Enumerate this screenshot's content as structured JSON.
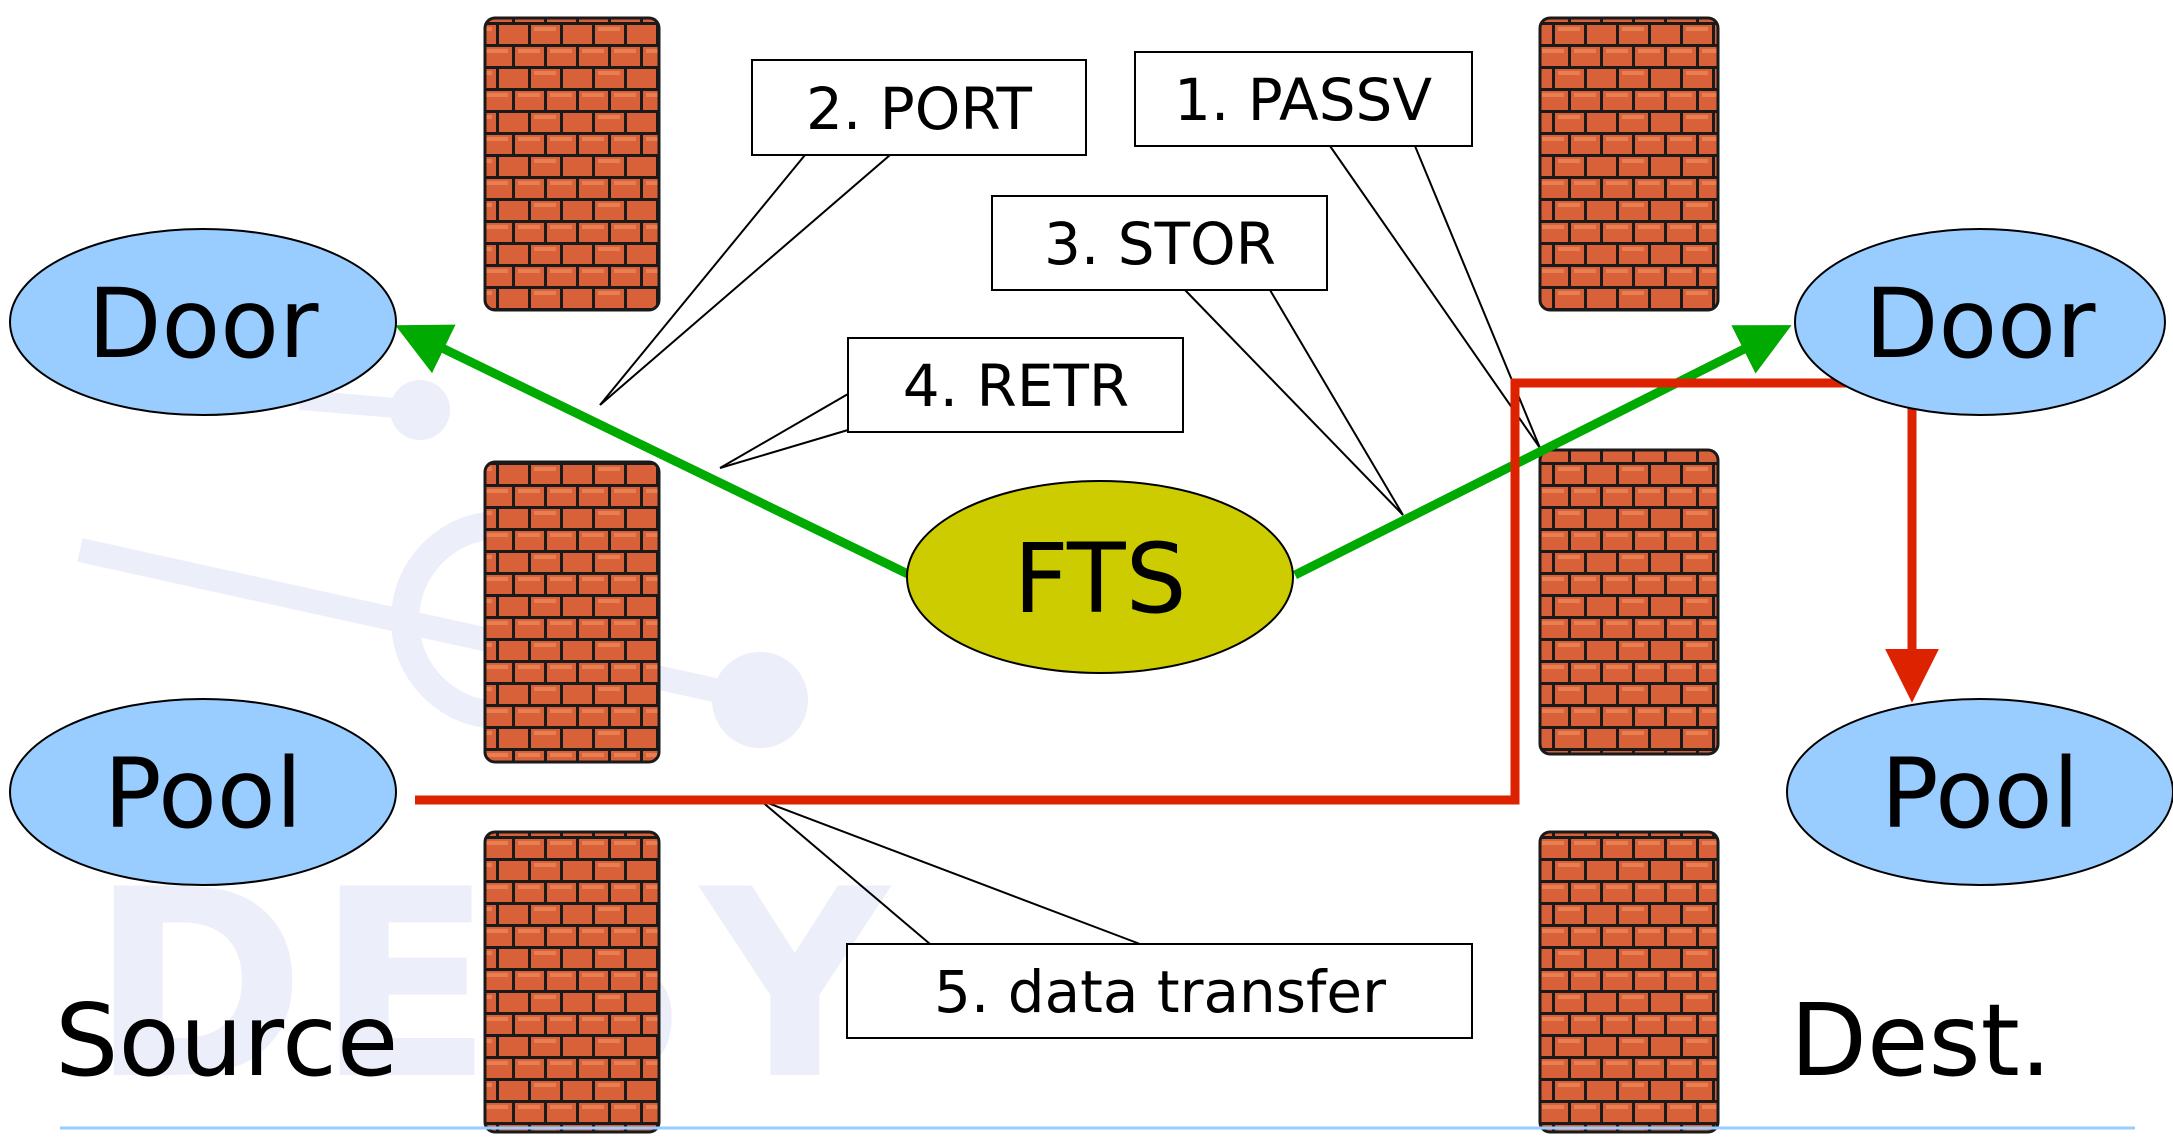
{
  "watermark": {
    "text": "DESY"
  },
  "nodes": {
    "left_door": "Door",
    "left_pool": "Pool",
    "right_door": "Door",
    "right_pool": "Pool",
    "fts": "FTS"
  },
  "steps": {
    "passv": "1. PASSV",
    "port": "2. PORT",
    "stor": "3. STOR",
    "retr": "4. RETR",
    "transfer": "5. data transfer"
  },
  "sides": {
    "source": "Source",
    "dest": "Dest."
  },
  "colors": {
    "node_fill": "#99ccff",
    "fts_fill": "#cccc00",
    "control_arrow": "#00aa00",
    "data_arrow": "#dd2200",
    "brick": "#d9613a",
    "mortar": "#1a1a1a",
    "baseline": "#99ccff",
    "watermark": "#eceef9"
  },
  "icons": [
    "firewall-icon"
  ]
}
